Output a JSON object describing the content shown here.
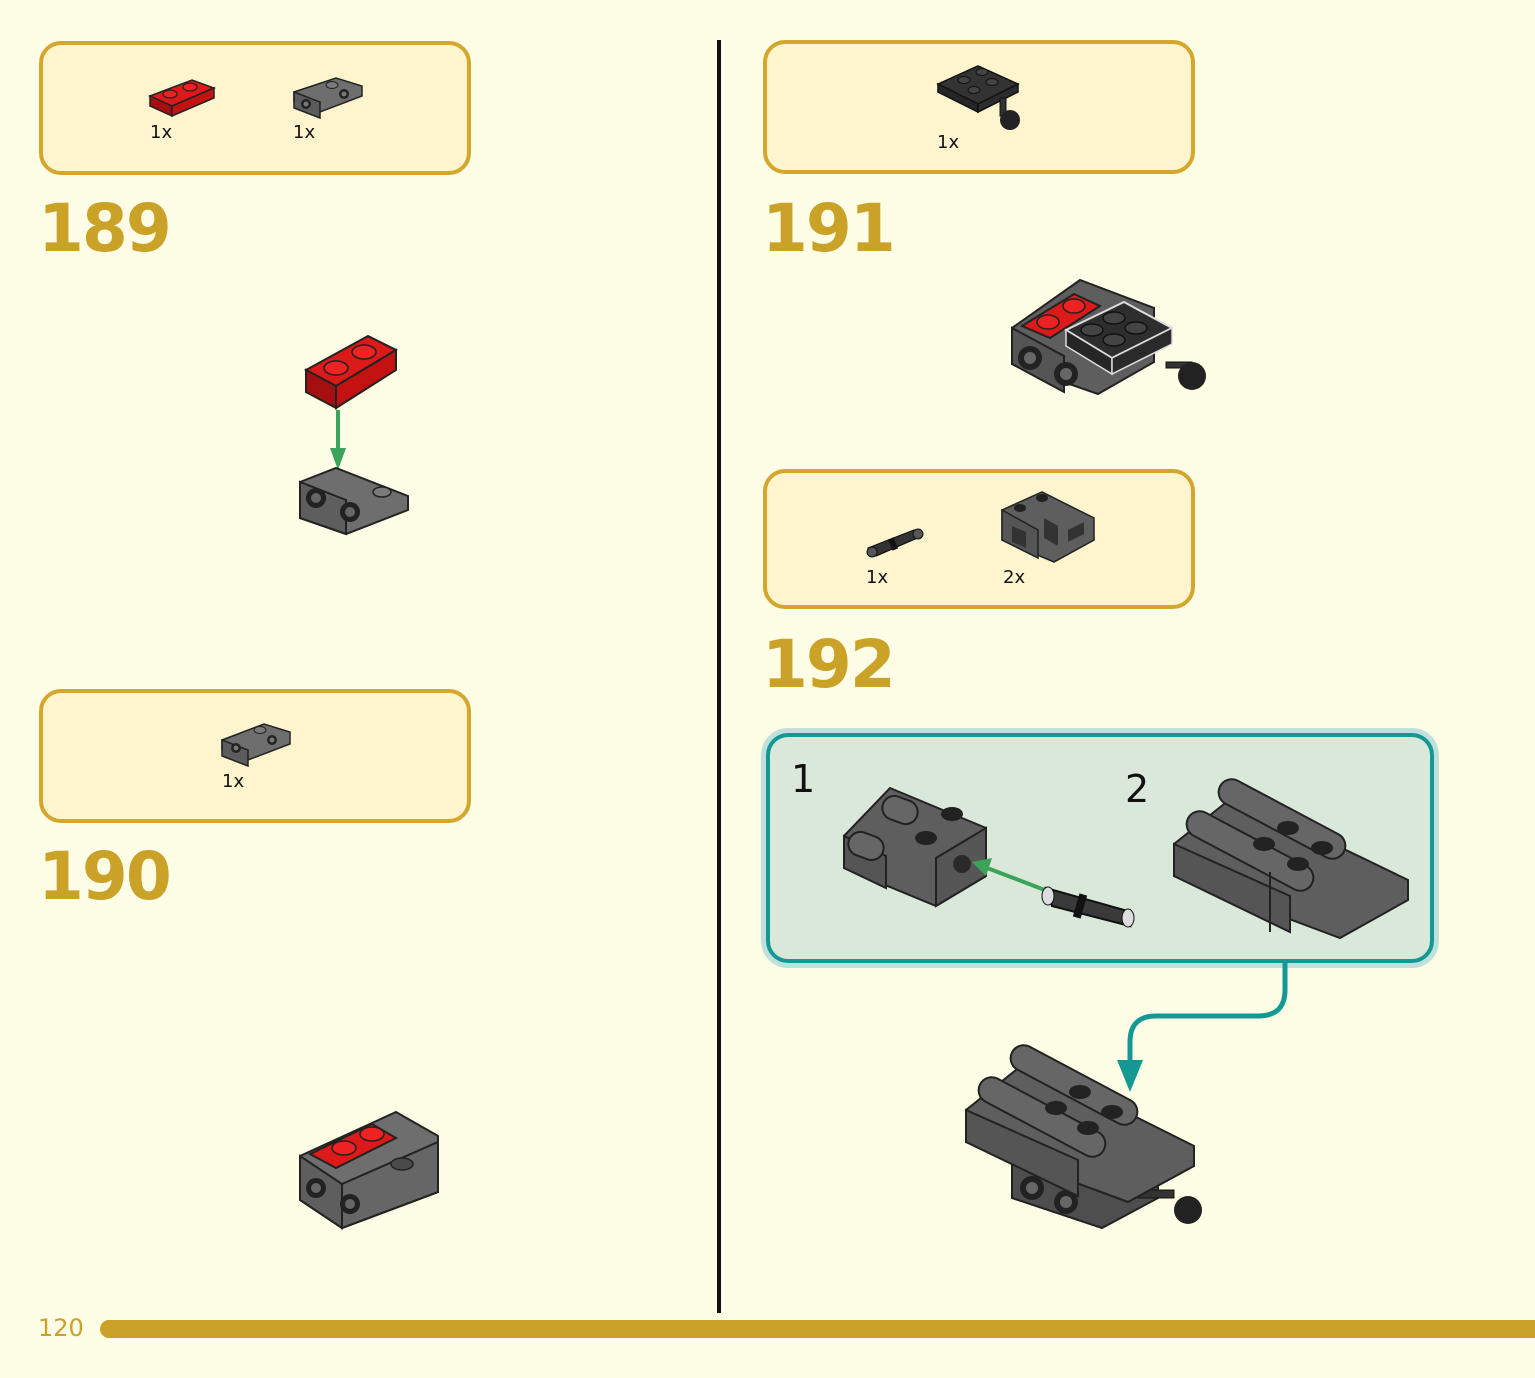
{
  "page": {
    "number": "120"
  },
  "steps": [
    {
      "number": "189",
      "parts": [
        {
          "qty": "1x",
          "part": "red 1x2 plate"
        },
        {
          "qty": "1x",
          "part": "dark grey 1x2 bracket"
        }
      ]
    },
    {
      "number": "190",
      "parts": [
        {
          "qty": "1x",
          "part": "dark grey 1x2 bracket"
        }
      ]
    },
    {
      "number": "191",
      "parts": [
        {
          "qty": "1x",
          "part": "black 2x2 plate with towball"
        }
      ]
    },
    {
      "number": "192",
      "parts": [
        {
          "qty": "1x",
          "part": "technic pin"
        },
        {
          "qty": "2x",
          "part": "dark grey axle connector block"
        }
      ],
      "substeps": [
        {
          "number": "1"
        },
        {
          "number": "2"
        }
      ]
    }
  ],
  "colors": {
    "background": "#fefde6",
    "parts_box_fill": "#fef5cf",
    "parts_box_border": "#d4a72c",
    "step_number": "#c9a227",
    "substep_box_fill": "#d9e8d9",
    "substep_box_border": "#149893",
    "arrow_green": "#3aa55a",
    "brick_red": "#cc1111",
    "brick_dark_grey": "#5a5a5a",
    "brick_black": "#2a2a2a"
  },
  "icons": [
    "brick-red-plate-icon",
    "brick-bracket-icon",
    "brick-towball-plate-icon",
    "technic-pin-icon",
    "technic-block-icon",
    "assembly-arrow-icon"
  ]
}
